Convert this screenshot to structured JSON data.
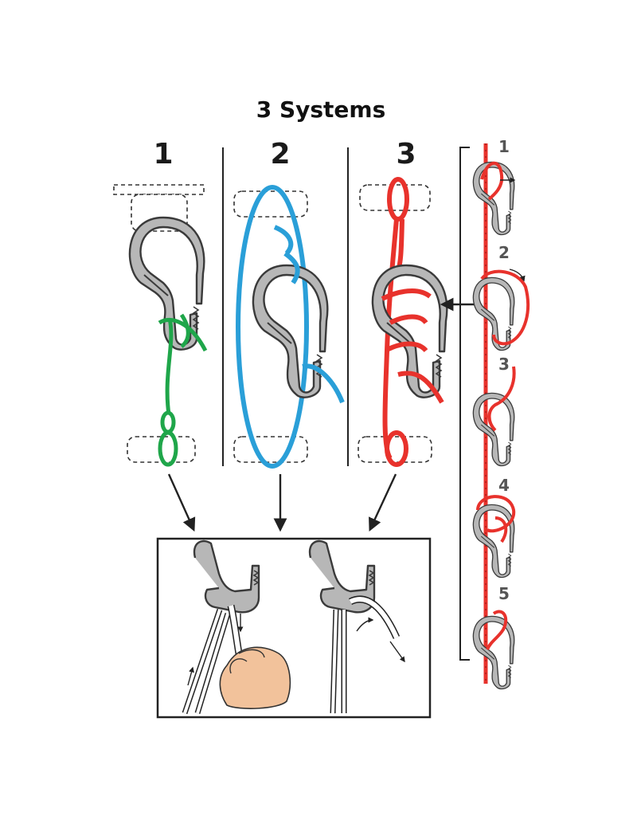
{
  "title": "3 Systems",
  "systems": [
    {
      "label": "1",
      "cord_color": "#1fa64a"
    },
    {
      "label": "2",
      "cord_color": "#2a9fd8"
    },
    {
      "label": "3",
      "cord_color": "#e8322c"
    }
  ],
  "steps": [
    {
      "label": "1"
    },
    {
      "label": "2"
    },
    {
      "label": "3"
    },
    {
      "label": "4"
    },
    {
      "label": "5"
    }
  ],
  "colors": {
    "clip": "#b7b7b7",
    "outline": "#3a3a3a",
    "skin": "#f2c29b",
    "release_cord": "#ffffff"
  }
}
